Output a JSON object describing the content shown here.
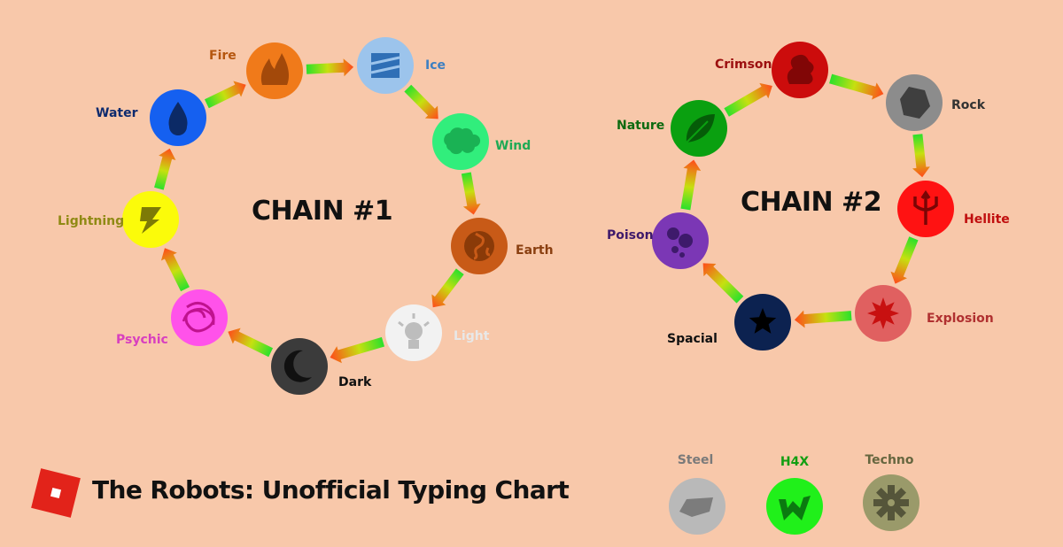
{
  "title": "The Robots: Unofficial Typing Chart",
  "chain1": {
    "title": "CHAIN #1",
    "types": [
      {
        "name": "Fire",
        "color": "#f07a1a",
        "label_color": "#b5560f",
        "icon": "flame-icon"
      },
      {
        "name": "Ice",
        "color": "#9cc4ec",
        "label_color": "#3c7fc2",
        "icon": "ice-block-icon"
      },
      {
        "name": "Wind",
        "color": "#31ee7c",
        "label_color": "#1faa55",
        "icon": "cloud-icon"
      },
      {
        "name": "Earth",
        "color": "#c85a17",
        "label_color": "#8a3f10",
        "icon": "globe-icon"
      },
      {
        "name": "Light",
        "color": "#f2f2f2",
        "label_color": "#e8e8e8",
        "icon": "lightbulb-icon"
      },
      {
        "name": "Dark",
        "color": "#3b3b3b",
        "label_color": "#111111",
        "icon": "moon-icon"
      },
      {
        "name": "Psychic",
        "color": "#ff52ea",
        "label_color": "#d83fbf",
        "icon": "psychic-swirl-icon"
      },
      {
        "name": "Lightning",
        "color": "#fbfb0a",
        "label_color": "#8f8a14",
        "icon": "lightning-bolt-icon"
      },
      {
        "name": "Water",
        "color": "#1560f0",
        "label_color": "#0d2a6e",
        "icon": "water-drop-icon"
      }
    ]
  },
  "chain2": {
    "title": "CHAIN #2",
    "types": [
      {
        "name": "Crimson",
        "color": "#cc0c0c",
        "label_color": "#9c0f0f",
        "icon": "crimson-blob-icon"
      },
      {
        "name": "Rock",
        "color": "#8c8c8c",
        "label_color": "#333333",
        "icon": "rock-icon"
      },
      {
        "name": "Hellite",
        "color": "#ff1212",
        "label_color": "#c00e0e",
        "icon": "trident-icon"
      },
      {
        "name": "Explosion",
        "color": "#e06060",
        "label_color": "#b03030",
        "icon": "explosion-icon"
      },
      {
        "name": "Spacial",
        "color": "#0c2250",
        "label_color": "#111111",
        "icon": "star-icon"
      },
      {
        "name": "Poison",
        "color": "#7b37b5",
        "label_color": "#3e1a6b",
        "icon": "poison-bubbles-icon"
      },
      {
        "name": "Nature",
        "color": "#0aa010",
        "label_color": "#0c6a10",
        "icon": "leaf-icon"
      }
    ]
  },
  "standalone": [
    {
      "name": "Steel",
      "color": "#b9b9b9",
      "label_color": "#7a7a7a",
      "icon": "steel-ingot-icon"
    },
    {
      "name": "H4X",
      "color": "#20f01a",
      "label_color": "#129e12",
      "icon": "h4x-w-icon"
    },
    {
      "name": "Techno",
      "color": "#9a9a6a",
      "label_color": "#66663f",
      "icon": "gear-icon"
    }
  ]
}
